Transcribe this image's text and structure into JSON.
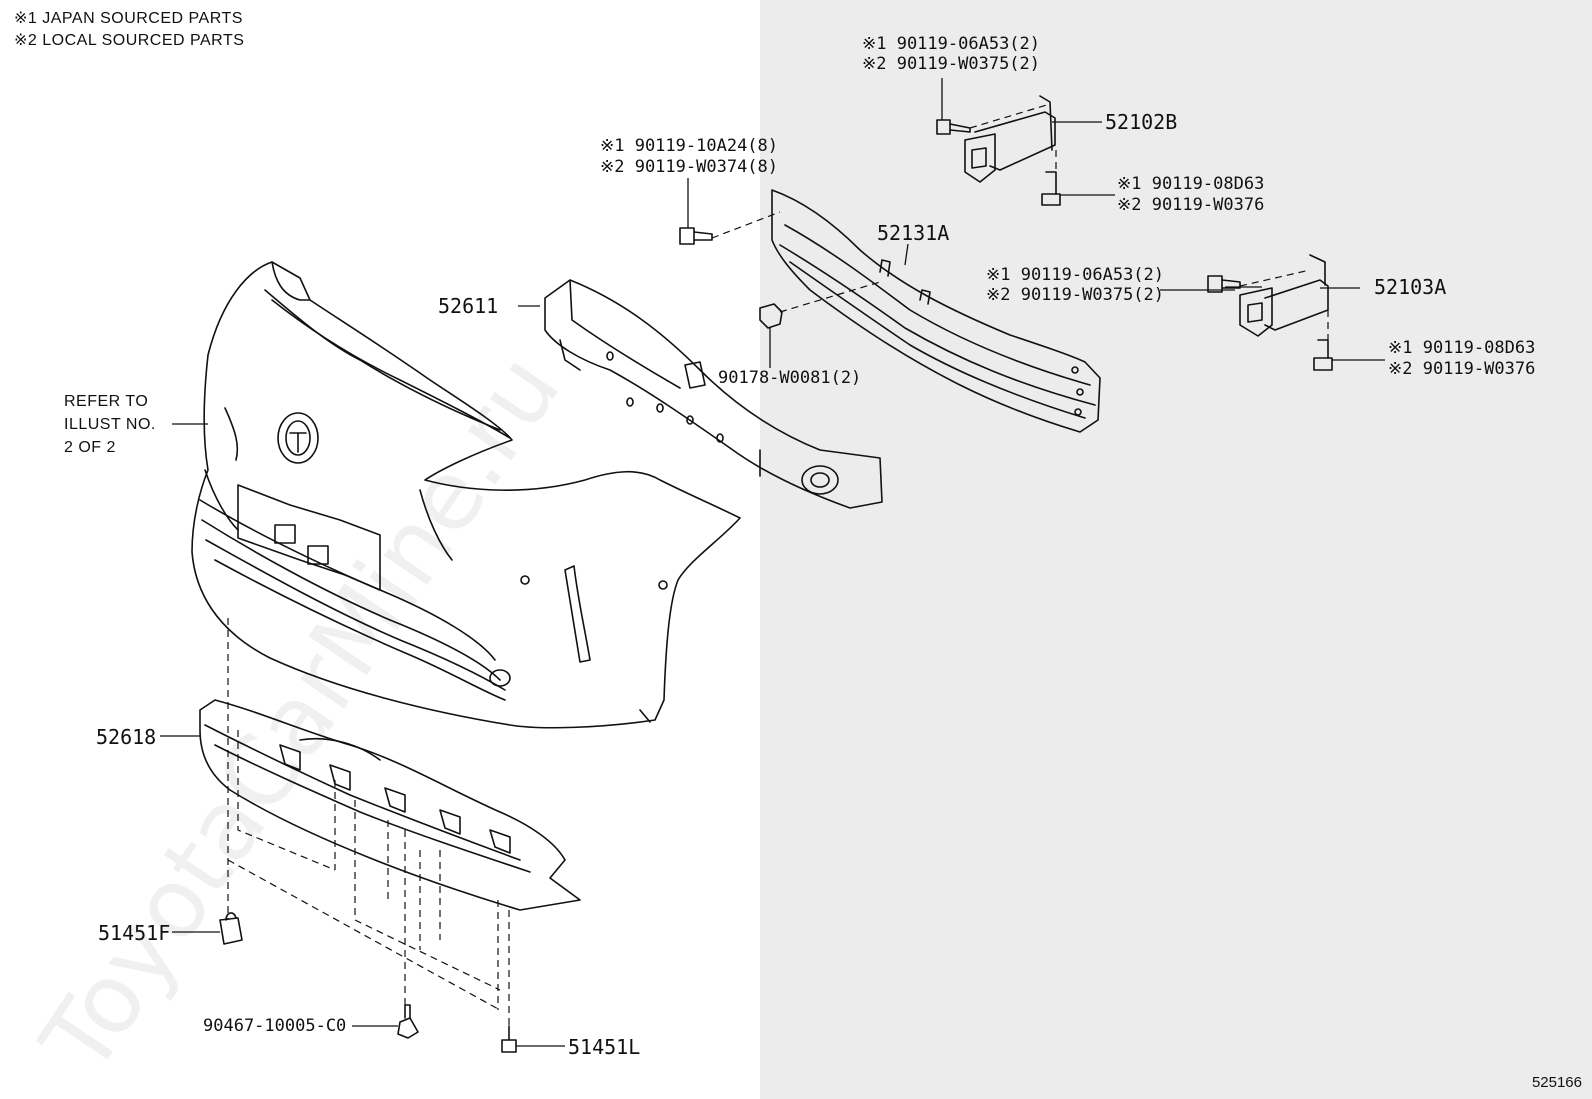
{
  "notes": {
    "line1": "※1 JAPAN SOURCED PARTS",
    "line2": "※2 LOCAL SOURCED PARTS"
  },
  "refer": {
    "line1": "REFER TO",
    "line2": "ILLUST NO.",
    "line3": "2 OF 2"
  },
  "parts": {
    "p52102B": "52102B",
    "p52131A": "52131A",
    "p52103A": "52103A",
    "p52611": "52611",
    "p52618": "52618",
    "p51451F": "51451F",
    "p51451L": "51451L",
    "p90467": "90467-10005-C0",
    "p90178": "90178-W0081(2)"
  },
  "fasteners": {
    "top1_a": "※1 90119-06A53(2)",
    "top1_b": "※2 90119-W0375(2)",
    "bolt8_a": "※1 90119-10A24(8)",
    "bolt8_b": "※2 90119-W0374(8)",
    "nut1_a": "※1 90119-08D63",
    "nut1_b": "※2 90119-W0376",
    "mid_a": "※1 90119-06A53(2)",
    "mid_b": "※2 90119-W0375(2)",
    "nut2_a": "※1 90119-08D63",
    "nut2_b": "※2 90119-W0376"
  },
  "watermark": "ToyotaCarMine.ru",
  "illustration_number": "525166"
}
